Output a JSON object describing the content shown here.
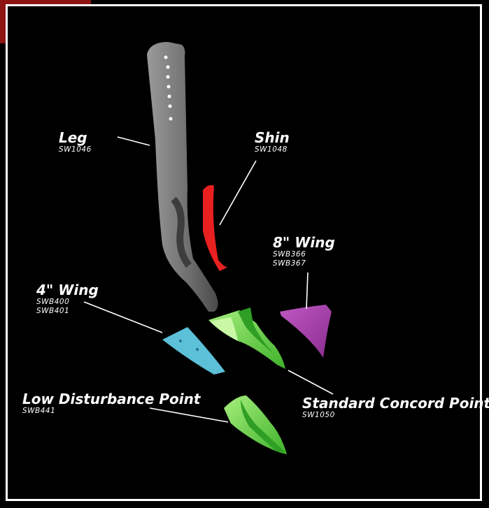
{
  "parts": [
    {
      "id": "leg",
      "title": "Leg",
      "codes": [
        "SW1046"
      ],
      "color": "#7a7a7a"
    },
    {
      "id": "shin",
      "title": "Shin",
      "codes": [
        "SW1048"
      ],
      "color": "#e82020"
    },
    {
      "id": "wing8",
      "title": "8\" Wing",
      "codes": [
        "SWB366",
        "SWB367"
      ],
      "color": "#a23fa6"
    },
    {
      "id": "wing4",
      "title": "4\" Wing",
      "codes": [
        "SWB400",
        "SWB401"
      ],
      "color": "#5bc0d8"
    },
    {
      "id": "low_point",
      "title": "Low Disturbance Point",
      "codes": [
        "SWB441"
      ],
      "color": "#5ed13a"
    },
    {
      "id": "std_point",
      "title": "Standard Concord Point",
      "codes": [
        "SW1050"
      ],
      "color": "#5ed13a"
    }
  ],
  "colors": {
    "background": "#000000",
    "frame": "#ffffff",
    "accent": "#8e1414",
    "text": "#ffffff"
  }
}
